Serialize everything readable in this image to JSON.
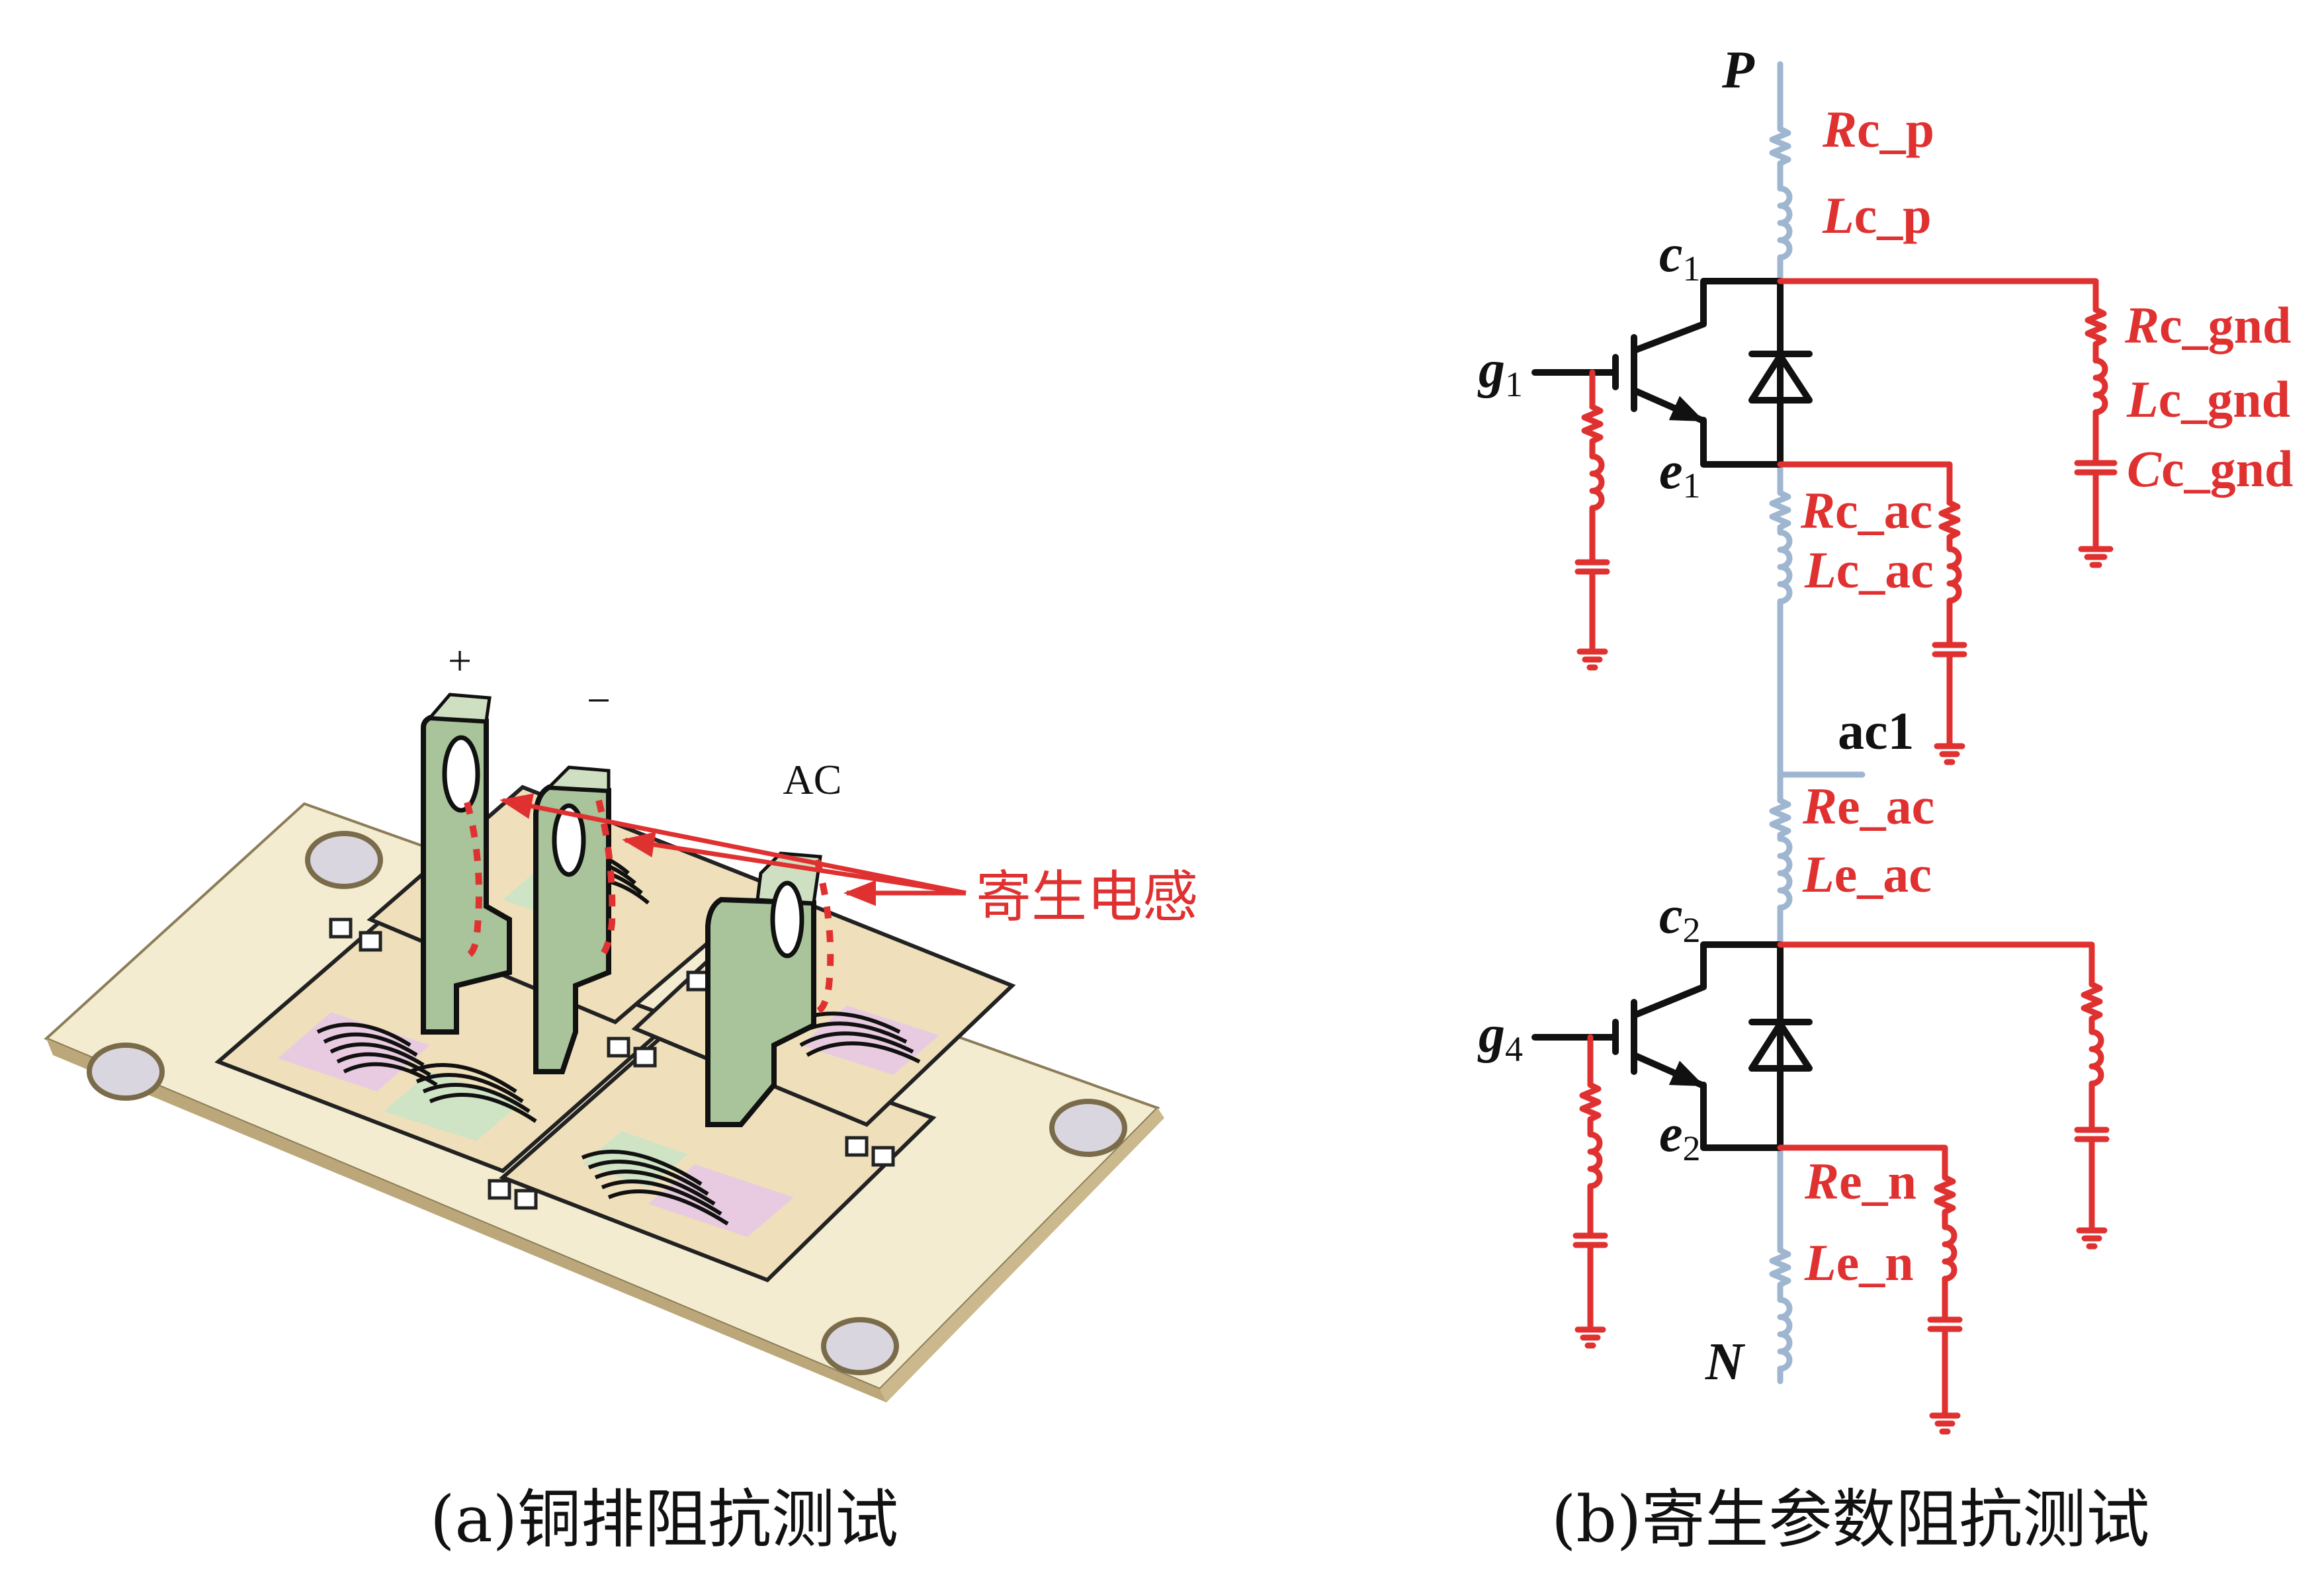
{
  "colors": {
    "parasitic": "#e03131",
    "busbar": "#9fb6d0",
    "device": "#111111",
    "terminal_green": "#a9c49a",
    "baseplate": "#f3ecd0",
    "substrate": "#efe0bb",
    "die_pink": "#e8cbe0",
    "die_green": "#cfe3c5"
  },
  "panel_a": {
    "terminal_labels": {
      "plus": "+",
      "minus": "−",
      "ac": "AC"
    },
    "annotation": "寄生电感",
    "caption": "(a)铜排阻抗测试"
  },
  "panel_b": {
    "nodes": {
      "P": "P",
      "N": "N",
      "ac1": "ac1",
      "c1": {
        "base": "c",
        "sub": "1"
      },
      "e1": {
        "base": "e",
        "sub": "1"
      },
      "g1": {
        "base": "g",
        "sub": "1"
      },
      "c2": {
        "base": "c",
        "sub": "2"
      },
      "e2": {
        "base": "e",
        "sub": "2"
      },
      "g4": {
        "base": "g",
        "sub": "4"
      }
    },
    "parasitics": {
      "Rc_p": {
        "sym": "R",
        "rest": "c_p"
      },
      "Lc_p": {
        "sym": "L",
        "rest": "c_p"
      },
      "Rc_gnd": {
        "sym": "R",
        "rest": "c_gnd"
      },
      "Lc_gnd": {
        "sym": "L",
        "rest": "c_gnd"
      },
      "Cc_gnd": {
        "sym": "C",
        "rest": "c_gnd"
      },
      "Rc_ac": {
        "sym": "R",
        "rest": "c_ac"
      },
      "Lc_ac": {
        "sym": "L",
        "rest": "c_ac"
      },
      "Re_ac": {
        "sym": "R",
        "rest": "e_ac"
      },
      "Le_ac": {
        "sym": "L",
        "rest": "e_ac"
      },
      "Re_n": {
        "sym": "R",
        "rest": "e_n"
      },
      "Le_n": {
        "sym": "L",
        "rest": "e_n"
      }
    },
    "caption": "(b)寄生参数阻抗测试"
  }
}
